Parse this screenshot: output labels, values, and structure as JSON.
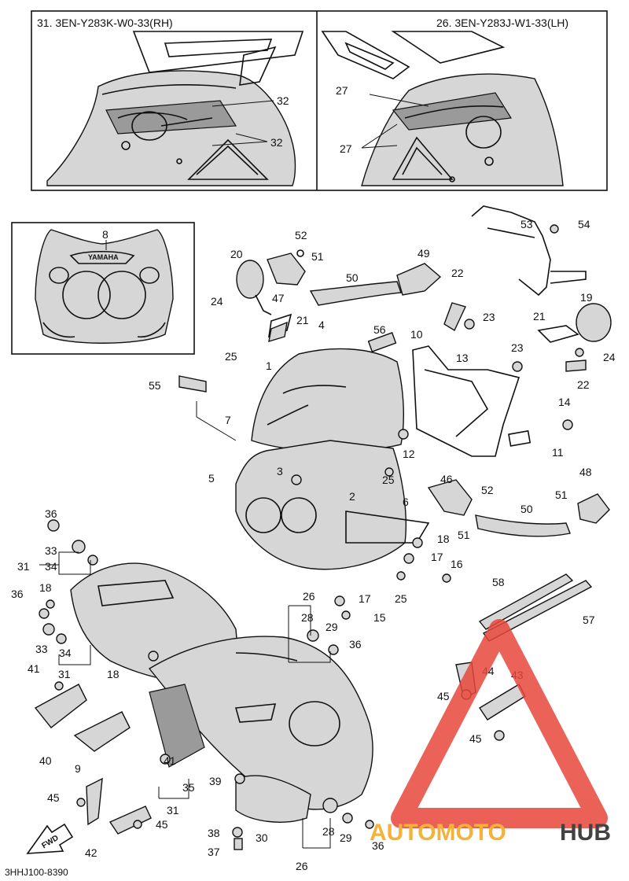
{
  "inset_right": {
    "title": "31. 3EN-Y283K-W0-33(RH)"
  },
  "inset_left": {
    "title": "26. 3EN-Y283J-W1-33(LH)"
  },
  "decal_inset": {
    "emblem_text": "YAMAHA"
  },
  "callouts": {
    "c32a": "32",
    "c32b": "32",
    "c27a": "27",
    "c27b": "27",
    "c8": "8",
    "c52a": "52",
    "c20": "20",
    "c51a": "51",
    "c50a": "50",
    "c49": "49",
    "c24a": "24",
    "c47": "47",
    "c21a": "21",
    "c53": "53",
    "c54": "54",
    "c22a": "22",
    "c23a": "23",
    "c19": "19",
    "c21b": "21",
    "c24b": "24",
    "c56": "56",
    "c4": "4",
    "c10": "10",
    "c13": "13",
    "c23b": "23",
    "c22b": "22",
    "c25a": "25",
    "c1": "1",
    "c55": "55",
    "c14": "14",
    "c7": "7",
    "c12": "12",
    "c11": "11",
    "c3": "3",
    "c5": "5",
    "c2": "2",
    "c25b": "25",
    "c46": "46",
    "c52b": "52",
    "c48": "48",
    "c51b": "51",
    "c50b": "50",
    "c6": "6",
    "c51c": "51",
    "c18a": "18",
    "c17a": "17",
    "c16": "16",
    "c36a": "36",
    "c33a": "33",
    "c31a": "31",
    "c34a": "34",
    "c36b": "36",
    "c18b": "18",
    "c26a": "26",
    "c28a": "28",
    "c17b": "17",
    "c15": "15",
    "c25c": "25",
    "c29a": "29",
    "c33b": "33",
    "c34b": "34",
    "c36c": "36",
    "c58": "58",
    "c57": "57",
    "c41a": "41",
    "c31b": "31",
    "c18c": "18",
    "c44": "44",
    "c43": "43",
    "c45a": "45",
    "c45b": "45",
    "c40": "40",
    "c9": "9",
    "c41b": "41",
    "c35": "35",
    "c39": "39",
    "c45c": "45",
    "c45d": "45",
    "c31c": "31",
    "c42": "42",
    "c38": "38",
    "c30": "30",
    "c28b": "28",
    "c29b": "29",
    "c37": "37",
    "c36d": "36",
    "c26b": "26"
  },
  "fwd_label": "FWD",
  "footer_code": "3HHJ100-8390",
  "watermark": {
    "part1": "AUTOMOTO",
    "part2": "HUB",
    "color1": "#f2a61a",
    "color2": "#222222",
    "triangle_color": "#e8463c"
  }
}
